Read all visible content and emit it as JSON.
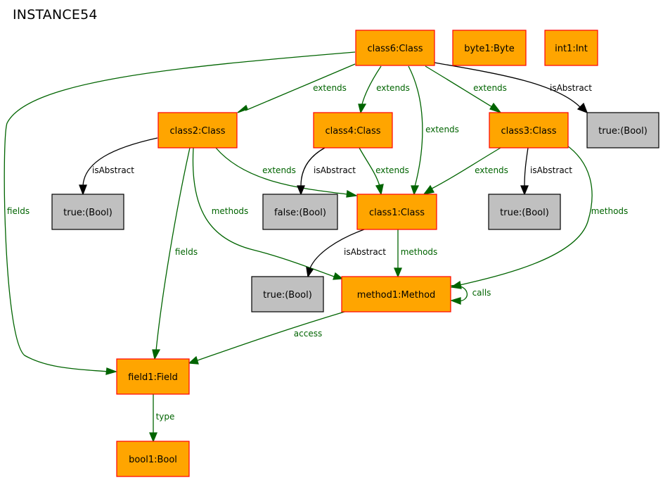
{
  "title": "INSTANCE54",
  "colors": {
    "object_fill": "#ffa500",
    "object_border": "#ff0000",
    "value_fill": "#c0c0c0",
    "value_border": "#000000",
    "relation_edge": "#006400",
    "attribute_edge": "#000000"
  },
  "nodes": {
    "class6": {
      "label": "class6:Class",
      "kind": "object"
    },
    "byte1": {
      "label": "byte1:Byte",
      "kind": "object"
    },
    "int1": {
      "label": "int1:Int",
      "kind": "object"
    },
    "class2": {
      "label": "class2:Class",
      "kind": "object"
    },
    "class4": {
      "label": "class4:Class",
      "kind": "object"
    },
    "class3": {
      "label": "class3:Class",
      "kind": "object"
    },
    "true_class6": {
      "label": "true:(Bool)",
      "kind": "value"
    },
    "true_class2": {
      "label": "true:(Bool)",
      "kind": "value"
    },
    "false_class4": {
      "label": "false:(Bool)",
      "kind": "value"
    },
    "class1": {
      "label": "class1:Class",
      "kind": "object"
    },
    "true_class3": {
      "label": "true:(Bool)",
      "kind": "value"
    },
    "true_class1": {
      "label": "true:(Bool)",
      "kind": "value"
    },
    "method1": {
      "label": "method1:Method",
      "kind": "object"
    },
    "field1": {
      "label": "field1:Field",
      "kind": "object"
    },
    "bool1": {
      "label": "bool1:Bool",
      "kind": "object"
    }
  },
  "edges": [
    {
      "from": "class6",
      "to": "class2",
      "label": "extends",
      "kind": "relation"
    },
    {
      "from": "class6",
      "to": "class4",
      "label": "extends",
      "kind": "relation"
    },
    {
      "from": "class6",
      "to": "class1",
      "label": "extends",
      "kind": "relation"
    },
    {
      "from": "class6",
      "to": "class3",
      "label": "extends",
      "kind": "relation"
    },
    {
      "from": "class6",
      "to": "true_class6",
      "label": "isAbstract",
      "kind": "attribute"
    },
    {
      "from": "class6",
      "to": "field1",
      "label": "fields",
      "kind": "relation"
    },
    {
      "from": "class2",
      "to": "true_class2",
      "label": "isAbstract",
      "kind": "attribute"
    },
    {
      "from": "class2",
      "to": "class1",
      "label": "extends",
      "kind": "relation"
    },
    {
      "from": "class2",
      "to": "method1",
      "label": "methods",
      "kind": "relation"
    },
    {
      "from": "class2",
      "to": "field1",
      "label": "fields",
      "kind": "relation"
    },
    {
      "from": "class4",
      "to": "false_class4",
      "label": "isAbstract",
      "kind": "attribute"
    },
    {
      "from": "class4",
      "to": "class1",
      "label": "extends",
      "kind": "relation"
    },
    {
      "from": "class3",
      "to": "class1",
      "label": "extends",
      "kind": "relation"
    },
    {
      "from": "class3",
      "to": "true_class3",
      "label": "isAbstract",
      "kind": "attribute"
    },
    {
      "from": "class3",
      "to": "method1",
      "label": "methods",
      "kind": "relation"
    },
    {
      "from": "class1",
      "to": "true_class1",
      "label": "isAbstract",
      "kind": "attribute"
    },
    {
      "from": "class1",
      "to": "method1",
      "label": "methods",
      "kind": "relation"
    },
    {
      "from": "method1",
      "to": "method1",
      "label": "calls",
      "kind": "relation"
    },
    {
      "from": "method1",
      "to": "field1",
      "label": "access",
      "kind": "relation"
    },
    {
      "from": "field1",
      "to": "bool1",
      "label": "type",
      "kind": "relation"
    }
  ]
}
